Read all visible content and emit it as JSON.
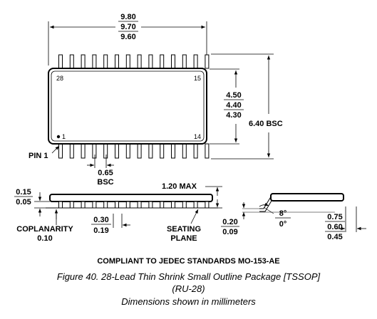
{
  "top_view": {
    "width_dims": [
      "9.80",
      "9.70",
      "9.60"
    ],
    "body_height_dims": [
      "4.50",
      "4.40",
      "4.30"
    ],
    "overall_width": "6.40 BSC",
    "pitch": "0.65",
    "pitch_suffix": "BSC",
    "pin_28": "28",
    "pin_15": "15",
    "pin_1": "1",
    "pin_14": "14",
    "pin1_label": "PIN 1",
    "pin_count_per_side": 14
  },
  "side_view": {
    "standoff": [
      "0.15",
      "0.05"
    ],
    "max_height": "1.20 MAX",
    "lead_width": [
      "0.30",
      "0.19"
    ],
    "coplanarity": "COPLANARITY",
    "coplanarity_value": "0.10",
    "seating": "SEATING",
    "plane": "PLANE"
  },
  "end_view": {
    "thickness": [
      "0.20",
      "0.09"
    ],
    "angle": [
      "8°",
      "0°"
    ],
    "foot_length": [
      "0.75",
      "0.60",
      "0.45"
    ]
  },
  "captions": {
    "compliance": "COMPLIANT TO JEDEC STANDARDS MO-153-AE",
    "figure_line1": "Figure 40. 28-Lead Thin Shrink Small Outline Package [TSSOP]",
    "figure_line2": "(RU-28)",
    "figure_line3": "Dimensions shown in millimeters"
  }
}
